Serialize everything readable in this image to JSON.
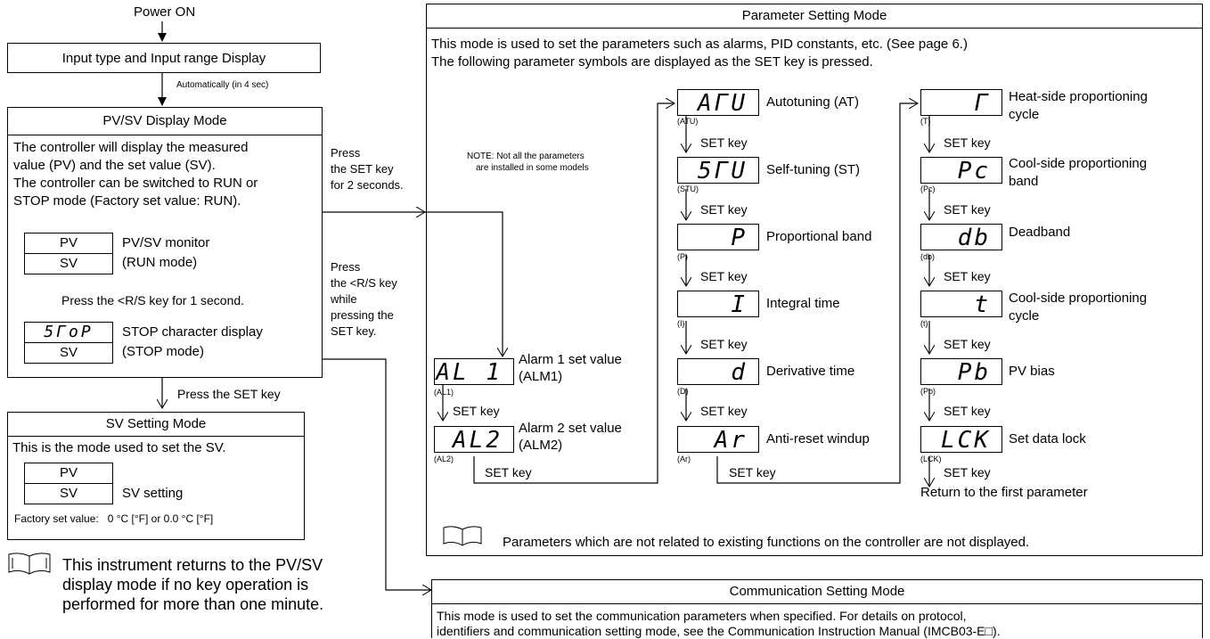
{
  "power_on": "Power ON",
  "input_display": "Input type and Input range Display",
  "auto_label": "Automatically (in 4 sec)",
  "pvsv_mode": {
    "title": "PV/SV Display Mode",
    "desc": [
      "The controller will display the measured",
      "value (PV) and the set value (SV).",
      "The controller can be switched to RUN or",
      "STOP mode (Factory set value: RUN)."
    ],
    "pv": "PV",
    "sv": "SV",
    "monitor_label": [
      "PV/SV monitor",
      "(RUN mode)"
    ],
    "rs_press": "Press the <R/S key for 1 second.",
    "stop_chars": "5ΓoP",
    "stop_label": [
      "STOP character display",
      "(STOP mode)"
    ]
  },
  "press_set_label": "Press the SET key",
  "sv_setting_mode": {
    "title": "SV Setting Mode",
    "desc": "This is the mode used to set the SV.",
    "pv": "PV",
    "sv": "SV",
    "sv_setting": "SV setting",
    "factory": "Factory set value:   0 °C [°F] or 0.0 °C [°F]"
  },
  "note_return": [
    "This instrument returns to the PV/SV",
    "display mode if no key operation is",
    "performed for more than one minute."
  ],
  "press_set_2s": [
    "Press",
    "the SET key",
    "for 2 seconds."
  ],
  "press_rs_while": [
    "Press",
    "the <R/S key",
    "while",
    "pressing the",
    "SET key."
  ],
  "param_mode": {
    "title": "Parameter Setting Mode",
    "desc1": "This mode is used to set the parameters such as alarms, PID constants, etc. (See page 6.)",
    "desc2": "The following parameter symbols are displayed as the SET key is pressed.",
    "note": [
      "NOTE: Not all the parameters",
      "are installed in some models"
    ],
    "set_key": "SET key",
    "footer_note": "Parameters which are not related to existing functions on the controller are not displayed.",
    "return_first": "Return to the first parameter",
    "col1": [
      {
        "display": "AL 1",
        "code": "(AL1)",
        "label": [
          "Alarm 1 set value",
          "(ALM1)"
        ]
      },
      {
        "display": "AL2",
        "code": "(AL2)",
        "label": [
          "Alarm 2 set value",
          "(ALM2)"
        ]
      }
    ],
    "col2": [
      {
        "display": "AΓU",
        "code": "(ATU)",
        "label": [
          "Autotuning (AT)"
        ]
      },
      {
        "display": "5ΓU",
        "code": "(STU)",
        "label": [
          "Self-tuning (ST)"
        ]
      },
      {
        "display": "P",
        "code": "(P)",
        "label": [
          "Proportional band"
        ]
      },
      {
        "display": "I",
        "code": "(I)",
        "label": [
          "Integral time"
        ]
      },
      {
        "display": "d",
        "code": "(D)",
        "label": [
          "Derivative time"
        ]
      },
      {
        "display": "Ar",
        "code": "(Ar)",
        "label": [
          "Anti-reset windup"
        ]
      }
    ],
    "col3": [
      {
        "display": "Γ",
        "code": "(T)",
        "label": [
          "Heat-side proportioning",
          "cycle"
        ]
      },
      {
        "display": "Pc",
        "code": "(Pc)",
        "label": [
          "Cool-side proportioning",
          "band"
        ]
      },
      {
        "display": "db",
        "code": "(db)",
        "label": [
          "Deadband"
        ]
      },
      {
        "display": "t",
        "code": "(t)",
        "label": [
          "Cool-side proportioning",
          "cycle"
        ]
      },
      {
        "display": "Pb",
        "code": "(Pb)",
        "label": [
          "PV bias"
        ]
      },
      {
        "display": "LCK",
        "code": "(LCK)",
        "label": [
          "Set data lock"
        ]
      }
    ]
  },
  "comm_mode": {
    "title": "Communication Setting Mode",
    "desc1": "This mode is used to set the communication parameters when specified. For details on protocol,",
    "desc2": "identifiers and communication setting mode, see the Communication Instruction Manual (IMCB03-E□)."
  }
}
